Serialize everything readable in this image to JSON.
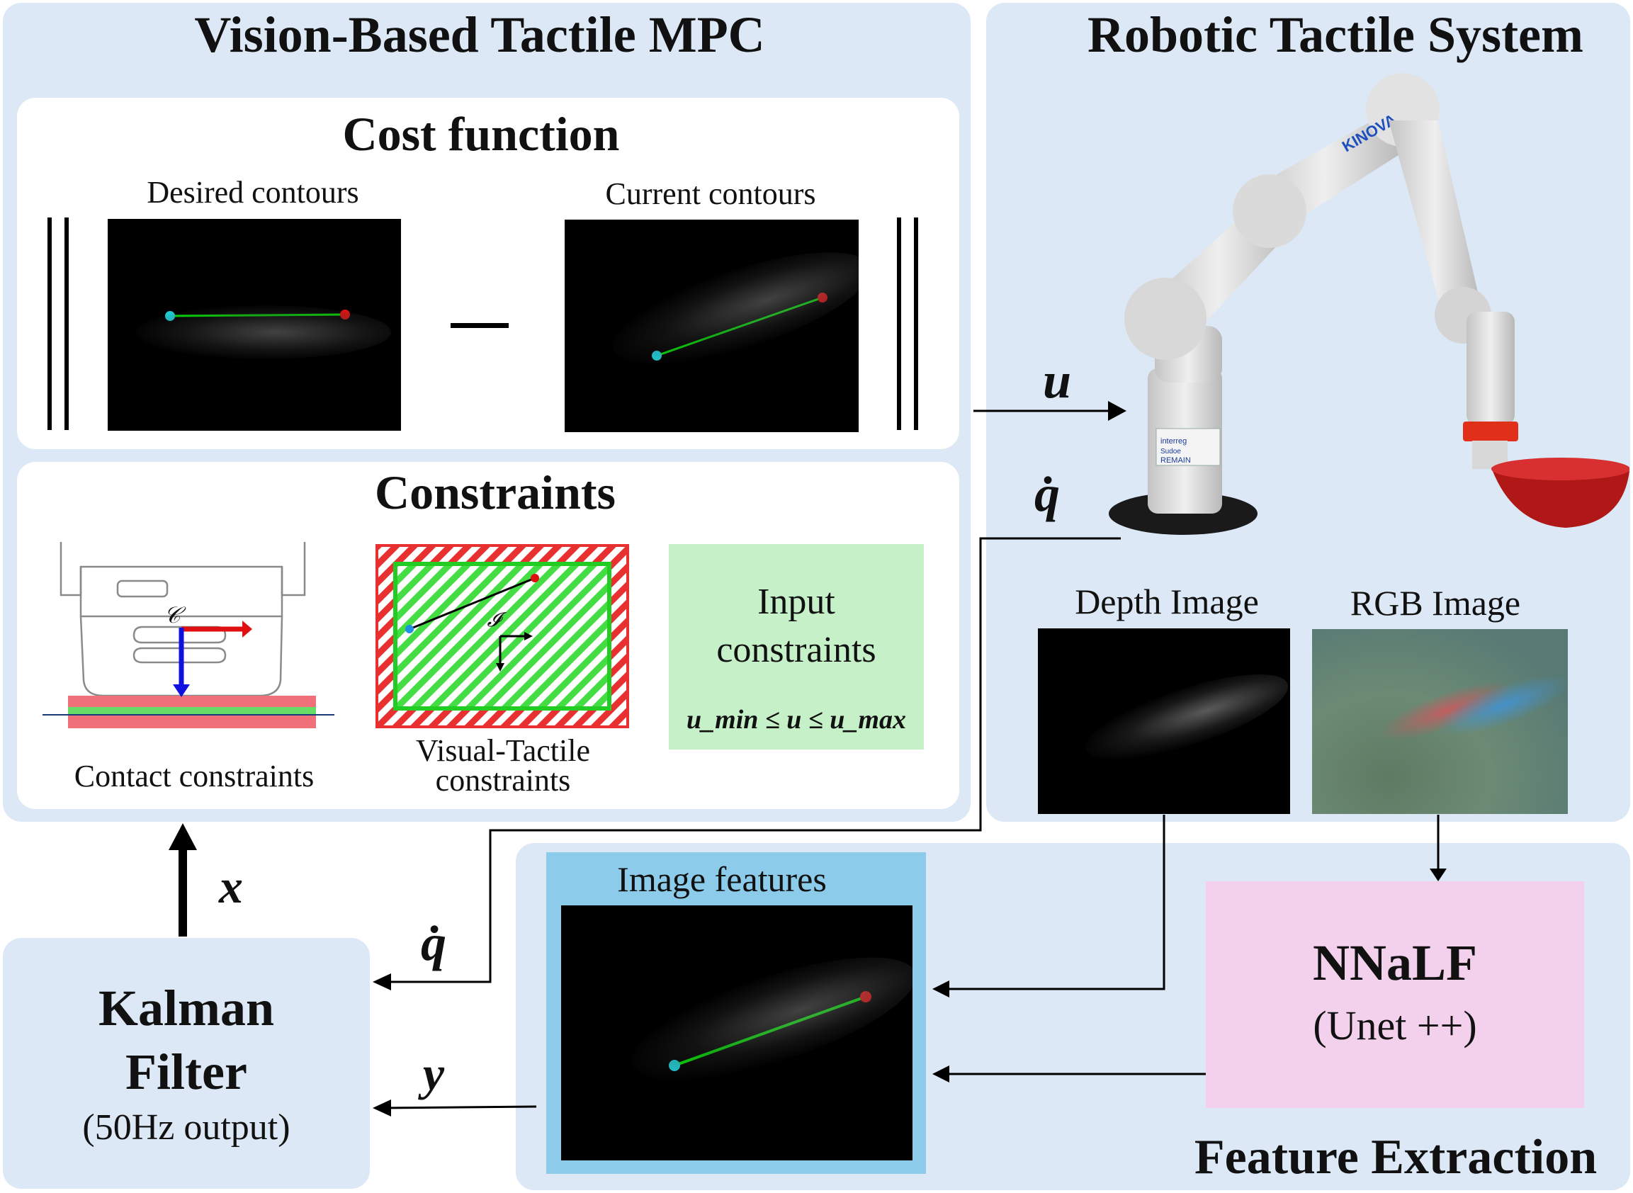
{
  "mpc_panel": {
    "title": "Vision-Based Tactile MPC",
    "cost": {
      "title": "Cost function",
      "desired_label": "Desired contours",
      "current_label": "Current contours"
    },
    "constraints": {
      "title": "Constraints",
      "contact_label": "Contact constraints",
      "contact_frame_symbol": "𝒞",
      "visual_label_line1": "Visual-Tactile",
      "visual_label_line2": "constraints",
      "visual_frame_symbol": "𝓘",
      "input_line1": "Input",
      "input_line2": "constraints",
      "input_formula": "u_min ≤ u ≤ u_max"
    }
  },
  "robot_panel": {
    "title": "Robotic Tactile System",
    "robot_brand": "KINOVA",
    "sticker_line1": "interreg",
    "sticker_line2": "Sudoe",
    "sticker_line3": "REMAIN",
    "depth_label": "Depth Image",
    "rgb_label": "RGB Image"
  },
  "feature_panel": {
    "title": "Feature Extraction",
    "image_features_label": "Image features",
    "nnalf_title": "NNaLF",
    "nnalf_sub": "(Unet ++)"
  },
  "kalman": {
    "line1": "Kalman",
    "line2": "Filter",
    "line3": "(50Hz output)"
  },
  "signals": {
    "u": "u",
    "qdot_top": "q̇",
    "qdot_bottom": "q̇",
    "x": "x",
    "y": "y"
  },
  "colors": {
    "panel_bg": "#dce8f5",
    "image_features_bg": "#8ccbea",
    "nnalf_bg": "#f3d1ec",
    "input_constraints_bg": "#c5f0c8",
    "contour_line": "#00e000",
    "start_point": "#20c8d0",
    "end_point": "#e01010",
    "hatch_red": "#e83030",
    "hatch_green": "#44dd44"
  }
}
